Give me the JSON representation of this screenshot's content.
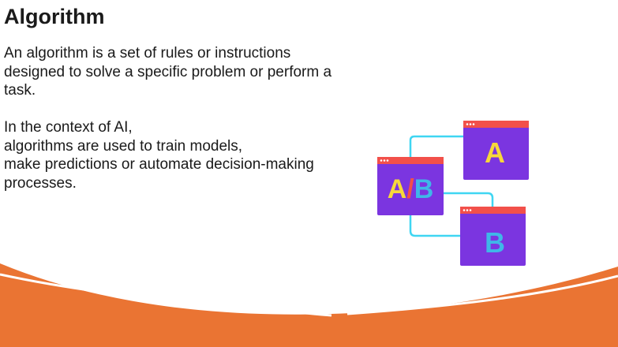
{
  "slide": {
    "title": "Algorithm",
    "paragraph_1": "An algorithm is a set of rules or instructions designed to solve a specific problem or perform a task.",
    "paragraph_2_lines": [
      "In the context of AI,",
      "algorithms are used to train models,",
      "make predictions or automate decision-making processes."
    ]
  },
  "illustration": {
    "ab_label": "A/B",
    "ab_letter_a": "A",
    "ab_slash": "/",
    "ab_letter_b": "B",
    "window_a_label": "A",
    "window_b_label": "B",
    "colors": {
      "window_body": "#7b35e0",
      "window_header": "#f2504a",
      "letter_yellow": "#f7d83a",
      "letter_blue": "#3fb7e8",
      "slash_red": "#f2504a",
      "connector": "#3fd6f2"
    }
  },
  "theme": {
    "accent_orange": "#ea7433"
  }
}
